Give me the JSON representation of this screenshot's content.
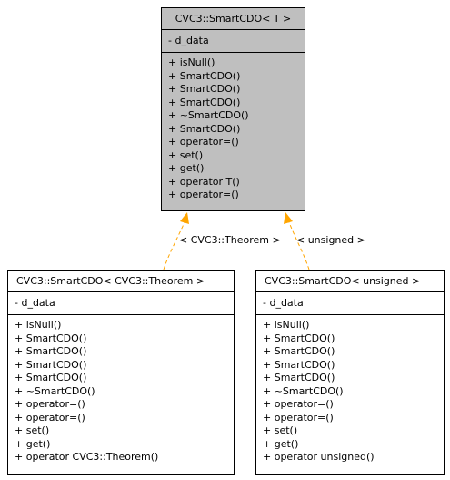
{
  "classes": {
    "root": {
      "title": "CVC3::SmartCDO< T >",
      "attributes": [
        "- d_data"
      ],
      "methods": [
        "+ isNull()",
        "+ SmartCDO()",
        "+ SmartCDO()",
        "+ SmartCDO()",
        "+ ~SmartCDO()",
        "+ SmartCDO()",
        "+ operator=()",
        "+ set()",
        "+ get()",
        "+ operator T()",
        "+ operator=()"
      ]
    },
    "theorem": {
      "title": "CVC3::SmartCDO< CVC3::Theorem >",
      "attributes": [
        "- d_data"
      ],
      "methods": [
        "+ isNull()",
        "+ SmartCDO()",
        "+ SmartCDO()",
        "+ SmartCDO()",
        "+ SmartCDO()",
        "+ ~SmartCDO()",
        "+ operator=()",
        "+ operator=()",
        "+ set()",
        "+ get()",
        "+ operator CVC3::Theorem()"
      ]
    },
    "unsigned": {
      "title": "CVC3::SmartCDO< unsigned >",
      "attributes": [
        "- d_data"
      ],
      "methods": [
        "+ isNull()",
        "+ SmartCDO()",
        "+ SmartCDO()",
        "+ SmartCDO()",
        "+ SmartCDO()",
        "+ ~SmartCDO()",
        "+ operator=()",
        "+ operator=()",
        "+ set()",
        "+ get()",
        "+ operator unsigned()"
      ]
    }
  },
  "edges": {
    "theorem_label": "< CVC3::Theorem >",
    "unsigned_label": "< unsigned >",
    "color": "#ffa500"
  },
  "colors": {
    "root_fill": "#bfbfbf"
  }
}
